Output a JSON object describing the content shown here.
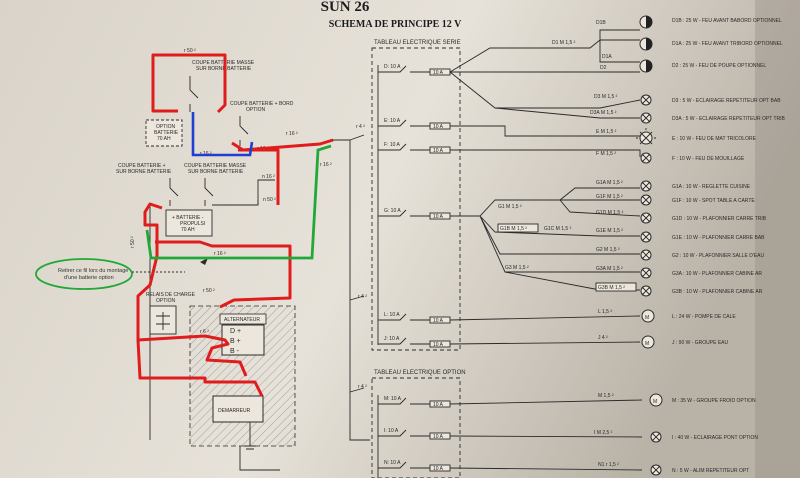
{
  "title": "SUN 26",
  "subtitle": "SCHEMA DE PRINCIPE 12 V",
  "panels": {
    "main": "TABLEAU ELECTRIQUE SERIE",
    "option": "TABLEAU ELECTRIQUE OPTION"
  },
  "battery_section": {
    "coupe_masse_1": "COUPE BATTERIE MASSE",
    "coupe_masse_2": "SUR BORNE BATTERIE",
    "coupe_bord_1": "COUPE BATTERIE + BORD",
    "coupe_bord_2": "OPTION",
    "option_batterie_1": "OPTION",
    "option_batterie_2": "BATTERIE",
    "option_batterie_3": "70 AH",
    "coupe_plus_1": "COUPE BATTERIE +",
    "coupe_plus_2": "SUR BORNE BATTERIE",
    "coupe_masse2_1": "COUPE BATTERIE MASSE",
    "coupe_masse2_2": "SUR BORNE BATTERIE",
    "batterie_1": "+ BATTERIE -",
    "batterie_2": "PROPULSI",
    "batterie_3": "70 AH",
    "relais_1": "RELAIS DE CHARGE",
    "relais_2": "OPTION",
    "alternateur": "ALTERNATEUR",
    "alt_d": "D +",
    "alt_b1": "B +",
    "alt_b2": "B -",
    "demarreur": "DEMARREUR",
    "note_1": "Retirer ce fil lors du montage",
    "note_2": "d'une batterie option",
    "wire_a": "r 50 ²",
    "wire_b": "r 16 ²",
    "wire_c": "r 16 ²",
    "wire_d": "n 16 ²",
    "wire_e": "n 50 ²",
    "wire_f": "r 50 ²",
    "wire_g": "r 16 ²",
    "wire_h": "r 4 ²",
    "wire_i": "r 50 ²",
    "wire_j": "r 6 ²",
    "wire_k": "r 16 ²",
    "wire_l": "r 16 ²"
  },
  "breakers": [
    {
      "id": "D",
      "label": "D: 10 A",
      "relay": "10 A"
    },
    {
      "id": "E",
      "label": "E: 10 A",
      "relay": "10 A"
    },
    {
      "id": "F",
      "label": "F: 10 A",
      "relay": "10 A"
    },
    {
      "id": "G",
      "label": "G: 10 A",
      "relay": "10 A"
    },
    {
      "id": "L",
      "label": "L: 10 A",
      "relay": "10 A"
    },
    {
      "id": "J",
      "label": "J: 10 A",
      "relay": "10 A"
    },
    {
      "id": "M",
      "label": "M: 10 A",
      "relay": "10 A"
    },
    {
      "id": "I",
      "label": "I: 10 A",
      "relay": "10 A"
    },
    {
      "id": "N",
      "label": "N: 10 A",
      "relay": "10 A"
    }
  ],
  "feed_labels": [
    "r 4 ²",
    "r 4 ²",
    "r 4 ²"
  ],
  "sub_circuits": {
    "d1": "D1  M 1,5 ²",
    "d1b": "D1B",
    "d1a": "D1A",
    "d2": "D2",
    "d3": "D3  M 1,5 ²",
    "d3a": "D3A  M 1,5 ²",
    "e": "E  M 1,5 ²",
    "f": "F  M 1,5 ²",
    "g1": "G1  M 1,5 ²",
    "g1b": "G1B  M 1,5 ²",
    "g1c": "G1C  M 1,5 ²",
    "g1a": "G1A M 1,5 ²",
    "g1f": "G1F M 1,5 ²",
    "g1d": "G1D M 1,5 ²",
    "g1e": "G1E M 1,5 ²",
    "g2": "G2  M 1,5 ²",
    "g3": "G3  M 1,5 ²",
    "g3a": "G3A M 1,5 ²",
    "g3b": "G3B M 1,5 ²",
    "l": "L  1,5 ²",
    "j": "J  4 ²",
    "m": "M  1,5 ²",
    "i": "I  M 2,5 ²",
    "n1": "N1  r 1,5 ²"
  },
  "loads": [
    {
      "code": "D1B",
      "text": "D1B : 25 W - FEU AVANT BABORD OPTIONNEL"
    },
    {
      "code": "D1A",
      "text": "D1A : 25 W - FEU AVANT TRIBORD OPTIONNEL"
    },
    {
      "code": "D2",
      "text": "D2 : 25 W - FEU DE POUPE OPTIONNEL"
    },
    {
      "code": "D3",
      "text": "D3 : 5 W - ECLAIRAGE REPETITEUR OPT BAB"
    },
    {
      "code": "D3A",
      "text": "D3A : 5 W - ECLAIRAGE REPETITEUR OPT TRIB"
    },
    {
      "code": "E",
      "text": "E : 10 W - FEU DE MAT TRICOLORE"
    },
    {
      "code": "F",
      "text": "F : 10 W - FEU DE MOUILLAGE"
    },
    {
      "code": "G1A",
      "text": "G1A : 10 W - REGLETTE CUISINE"
    },
    {
      "code": "G1F",
      "text": "G1F : 10 W - SPOT TABLE A CARTE"
    },
    {
      "code": "G1D",
      "text": "G1D : 10 W - PLAFONNIER CARRE TRIB"
    },
    {
      "code": "G1E",
      "text": "G1E : 10 W - PLAFONNIER CARRE BAB"
    },
    {
      "code": "G2",
      "text": "G2 : 10 W - PLAFONNIER SALLE D'EAU"
    },
    {
      "code": "G3A",
      "text": "G3A : 10 W - PLAFONNIER CABINE AR"
    },
    {
      "code": "G3B",
      "text": "G3B : 10 W - PLAFONNIER CABINE AR"
    },
    {
      "code": "L",
      "text": "L : 24 W - POMPE DE CALE"
    },
    {
      "code": "J",
      "text": "J : 90 W - GROUPE EAU"
    },
    {
      "code": "M",
      "text": "M : 35 W - GROUPE FROID OPTION"
    },
    {
      "code": "I",
      "text": "I : 40 W - ECLAIRAGE PONT OPTION"
    },
    {
      "code": "N",
      "text": "N : 5 W - ALIM REPETITEUR OPT"
    }
  ],
  "load_symbols": {
    "motor": "M"
  }
}
